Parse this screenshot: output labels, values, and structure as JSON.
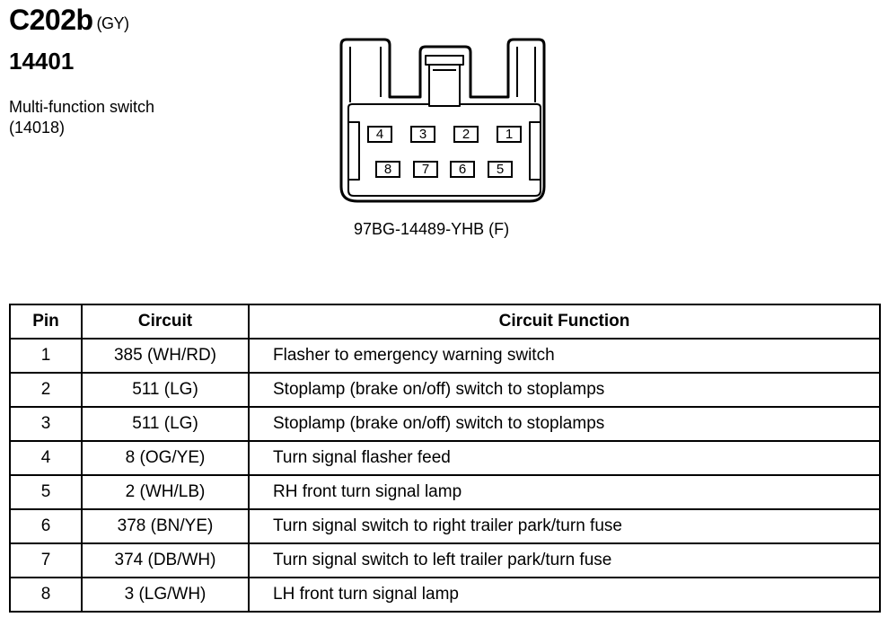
{
  "header": {
    "connector_id": "C202b",
    "color_code": "(GY)",
    "base_part": "14401",
    "component_name": "Multi-function switch",
    "component_part": "(14018)"
  },
  "connector": {
    "part_number": "97BG-14489-YHB (F)",
    "pins_top_row": [
      "4",
      "3",
      "2",
      "1"
    ],
    "pins_bottom_row": [
      "8",
      "7",
      "6",
      "5"
    ]
  },
  "table": {
    "headers": [
      "Pin",
      "Circuit",
      "Circuit Function"
    ],
    "rows": [
      {
        "pin": "1",
        "circuit": "385 (WH/RD)",
        "function": "Flasher to emergency warning switch"
      },
      {
        "pin": "2",
        "circuit": "511 (LG)",
        "function": "Stoplamp (brake on/off) switch to stoplamps"
      },
      {
        "pin": "3",
        "circuit": "511 (LG)",
        "function": "Stoplamp (brake on/off) switch to stoplamps"
      },
      {
        "pin": "4",
        "circuit": "8 (OG/YE)",
        "function": "Turn signal flasher feed"
      },
      {
        "pin": "5",
        "circuit": "2 (WH/LB)",
        "function": "RH front turn signal lamp"
      },
      {
        "pin": "6",
        "circuit": "378 (BN/YE)",
        "function": "Turn signal switch to right trailer park/turn fuse"
      },
      {
        "pin": "7",
        "circuit": "374 (DB/WH)",
        "function": "Turn signal switch to left trailer park/turn fuse"
      },
      {
        "pin": "8",
        "circuit": "3 (LG/WH)",
        "function": "LH front turn signal lamp"
      }
    ]
  }
}
